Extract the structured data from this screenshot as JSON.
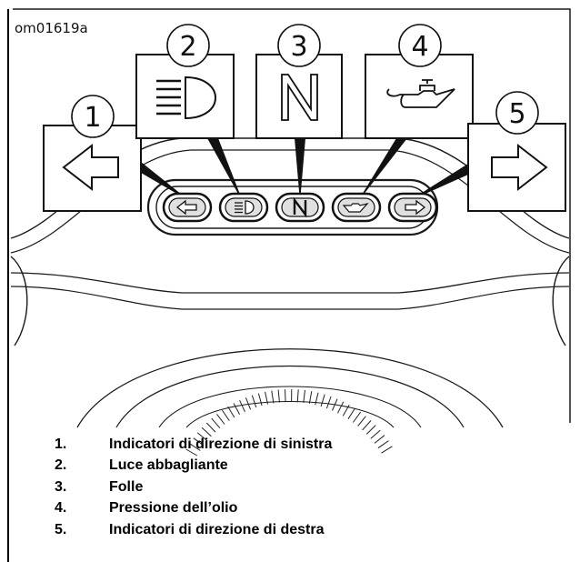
{
  "figure_code": "om01619a",
  "callouts": [
    "1",
    "2",
    "3",
    "4",
    "5"
  ],
  "neutral_symbol": "N",
  "icons": [
    "left-arrow-icon",
    "high-beam-icon",
    "neutral-icon",
    "oil-can-icon",
    "right-arrow-icon"
  ],
  "legend": [
    {
      "number": "1.",
      "text": "Indicatori di direzione di sinistra"
    },
    {
      "number": "2.",
      "text": "Luce abbagliante"
    },
    {
      "number": "3.",
      "text": "Folle"
    },
    {
      "number": "4.",
      "text": "Pressione dell’olio"
    },
    {
      "number": "5.",
      "text": "Indicatori di direzione di destra"
    }
  ]
}
